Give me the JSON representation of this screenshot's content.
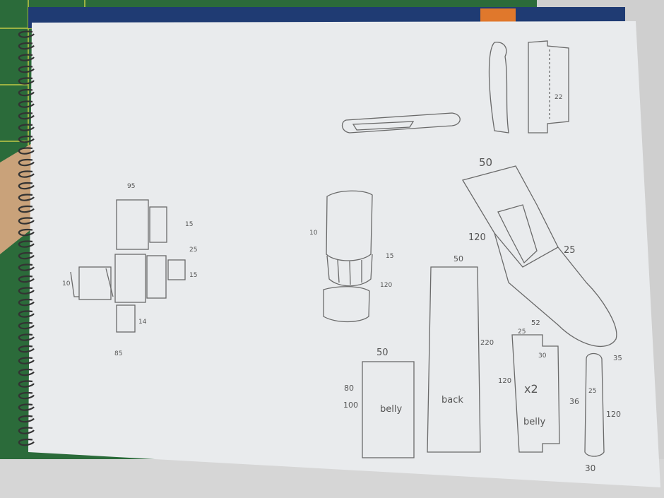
{
  "photo": {
    "subject": "sketchbook-page-with-pencil-leather-pattern-drafts",
    "colors": {
      "mat": "#2b6b3a",
      "paper": "#e9ebed",
      "pencil": "#5a5a5a",
      "cover": "#1f3b73",
      "accent": "#e0782c",
      "desk": "#cfcfcf"
    }
  },
  "labels": {
    "left_top": "95",
    "left_15a": "15",
    "left_25": "25",
    "left_15b": "15",
    "left_10": "10",
    "left_14": "14",
    "left_85": "85",
    "mid_10": "10",
    "mid_15": "15",
    "mid_120": "120",
    "belly1_width": "50",
    "belly1_80": "80",
    "belly1_100": "100",
    "belly1_text": "belly",
    "back_width": "50",
    "back_text": "back",
    "back_220": "220",
    "belly2_52": "52",
    "belly2_25": "25",
    "belly2_30": "30",
    "belly2_120": "120",
    "belly2_x2": "x2",
    "belly2_text": "belly",
    "sheath_50": "50",
    "sheath_120": "120",
    "sheath_25": "25",
    "strap_35": "35",
    "strap_25": "25",
    "strap_36": "36",
    "strap_120": "120",
    "strap_30": "30",
    "top_22": "22"
  }
}
